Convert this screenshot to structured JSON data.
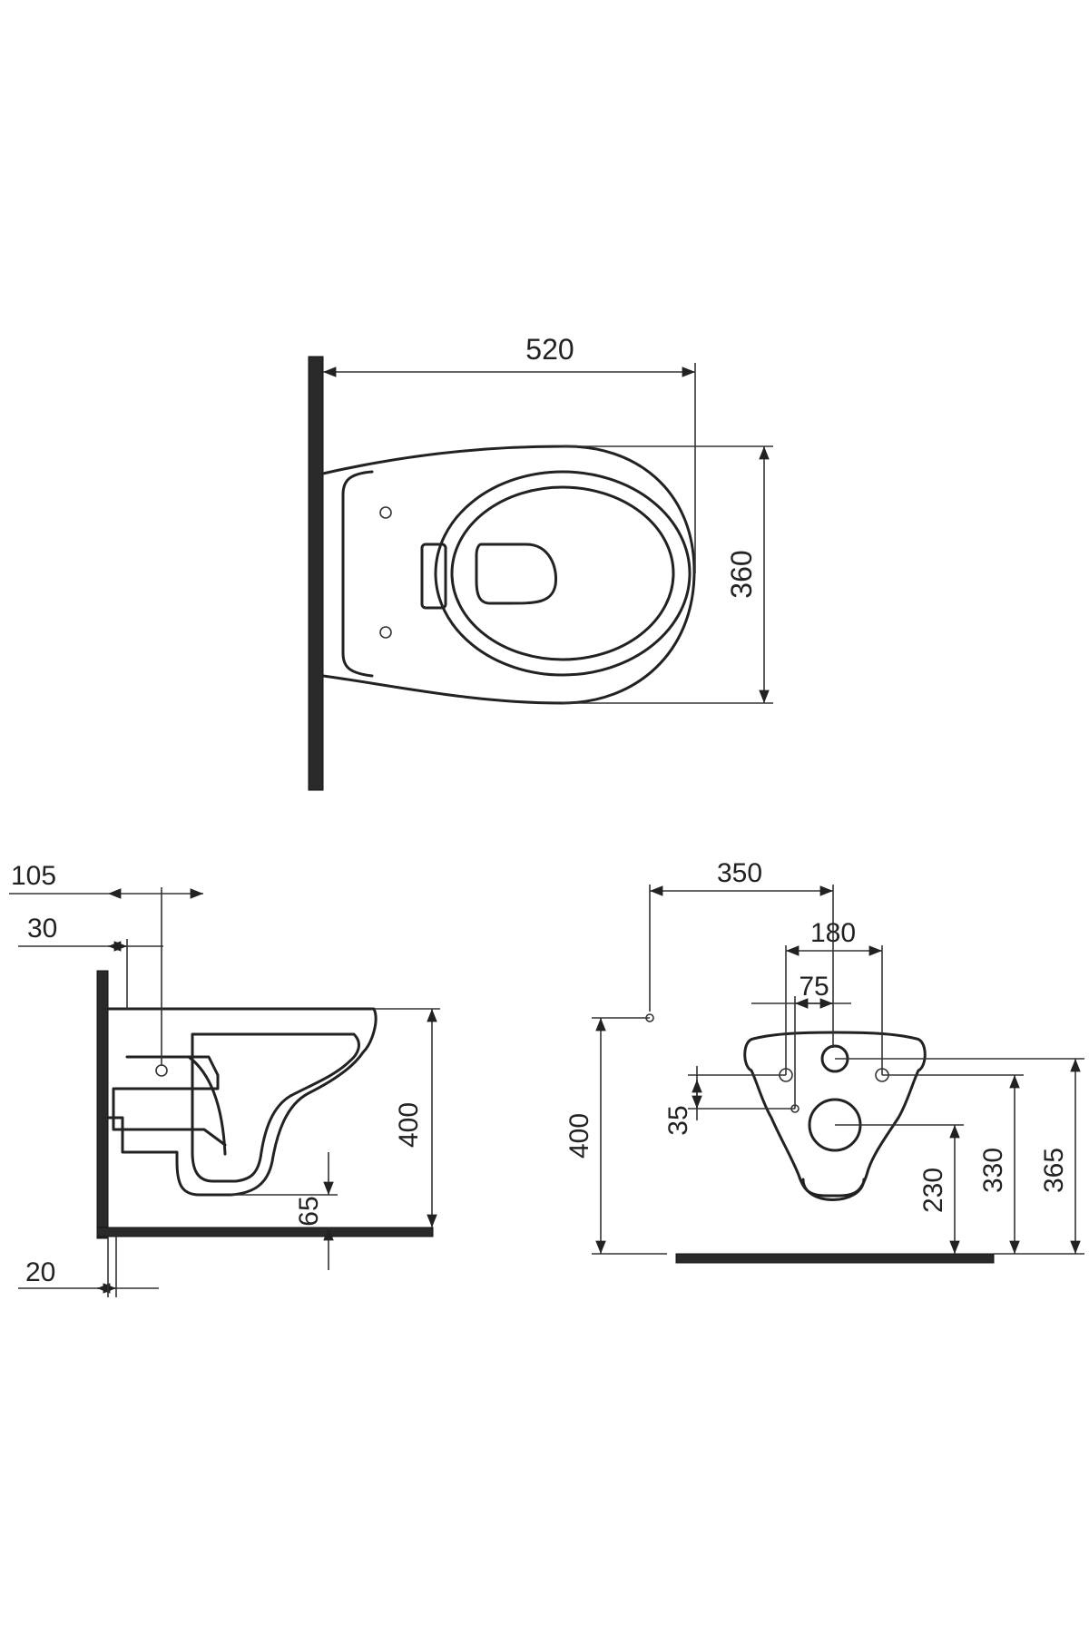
{
  "colors": {
    "line": "#222222",
    "wall": "#2a2a2a",
    "background": "#ffffff"
  },
  "top_view": {
    "width_label": "520",
    "depth_label": "360"
  },
  "side_view": {
    "dims": {
      "d105": "105",
      "d30": "30",
      "d400": "400",
      "d65": "65",
      "d20": "20"
    }
  },
  "back_view": {
    "dims": {
      "d350": "350",
      "d180": "180",
      "d75": "75",
      "d35": "35",
      "d400": "400",
      "d230": "230",
      "d330": "330",
      "d365": "365"
    }
  }
}
